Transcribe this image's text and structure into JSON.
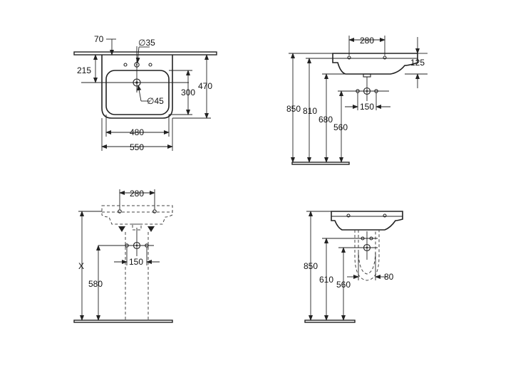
{
  "views": {
    "top": {
      "d_tap_side": "70",
      "d_tap_hole": "∅35",
      "d_height_215": "215",
      "d_bowl_depth": "300",
      "d_total_depth": "470",
      "d_drain": "∅45",
      "d_bowl_width": "480",
      "d_total_width": "550"
    },
    "side_right": {
      "d_tap_spacing": "280",
      "d_rim_height": "125",
      "d_850": "850",
      "d_810": "810",
      "d_680": "680",
      "d_560": "560",
      "d_waste_spacing": "150"
    },
    "front_pedestal": {
      "d_tap_spacing": "280",
      "d_x": "X",
      "d_580": "580",
      "d_waste_spacing": "150"
    },
    "side_halfpedestal": {
      "d_850": "850",
      "d_610": "610",
      "d_560": "560",
      "d_80": "80"
    }
  }
}
